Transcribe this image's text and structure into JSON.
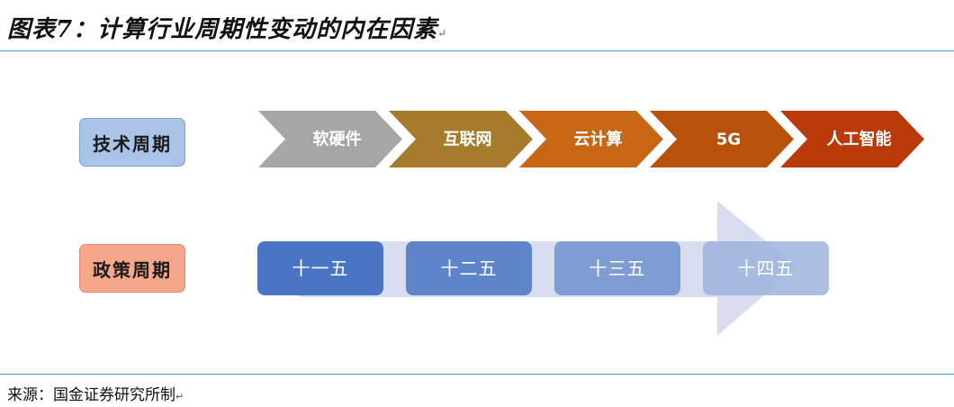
{
  "title": "图表7：计算行业周期性变动的内在因素",
  "source": "来源：国金证券研究所制",
  "rows": {
    "tech_label": "技术周期",
    "policy_label": "政策周期"
  },
  "tech_stages": [
    {
      "label": "软硬件",
      "color": "#a6a6a6"
    },
    {
      "label": "互联网",
      "color": "#a67c2c"
    },
    {
      "label": "云计算",
      "color": "#c76716"
    },
    {
      "label": "5G",
      "color": "#b8510c"
    },
    {
      "label": "人工智能",
      "color": "#ba3a0a"
    }
  ],
  "policy_plans": [
    {
      "label": "十一五",
      "color": "#4a75c3"
    },
    {
      "label": "十二五",
      "color": "#5e84c9"
    },
    {
      "label": "十三五",
      "color": "#7f9cd4"
    },
    {
      "label": "十四五",
      "color": "#9db4de"
    }
  ],
  "colors": {
    "rule": "#3a9ec2",
    "big_arrow": "#d7ddee"
  }
}
